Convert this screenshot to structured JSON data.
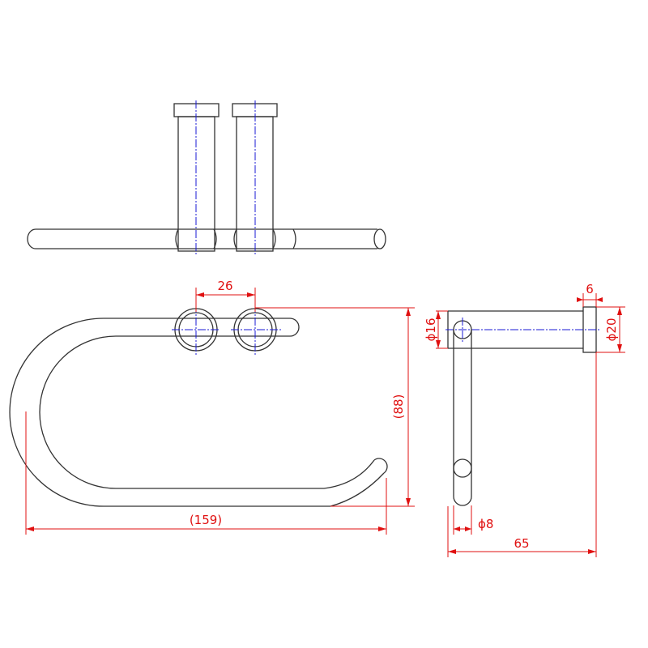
{
  "dimensions": {
    "spacing": "26",
    "height": "(88)",
    "length": "(159)",
    "plate_thickness": "6",
    "bar_diameter": "ϕ16",
    "plate_diameter": "ϕ20",
    "ring_diameter": "ϕ8",
    "depth": "65"
  },
  "colors": {
    "object_line": "#333333",
    "center_line": "#1a1ad6",
    "dimension_line": "#e01010",
    "background": "#ffffff"
  }
}
